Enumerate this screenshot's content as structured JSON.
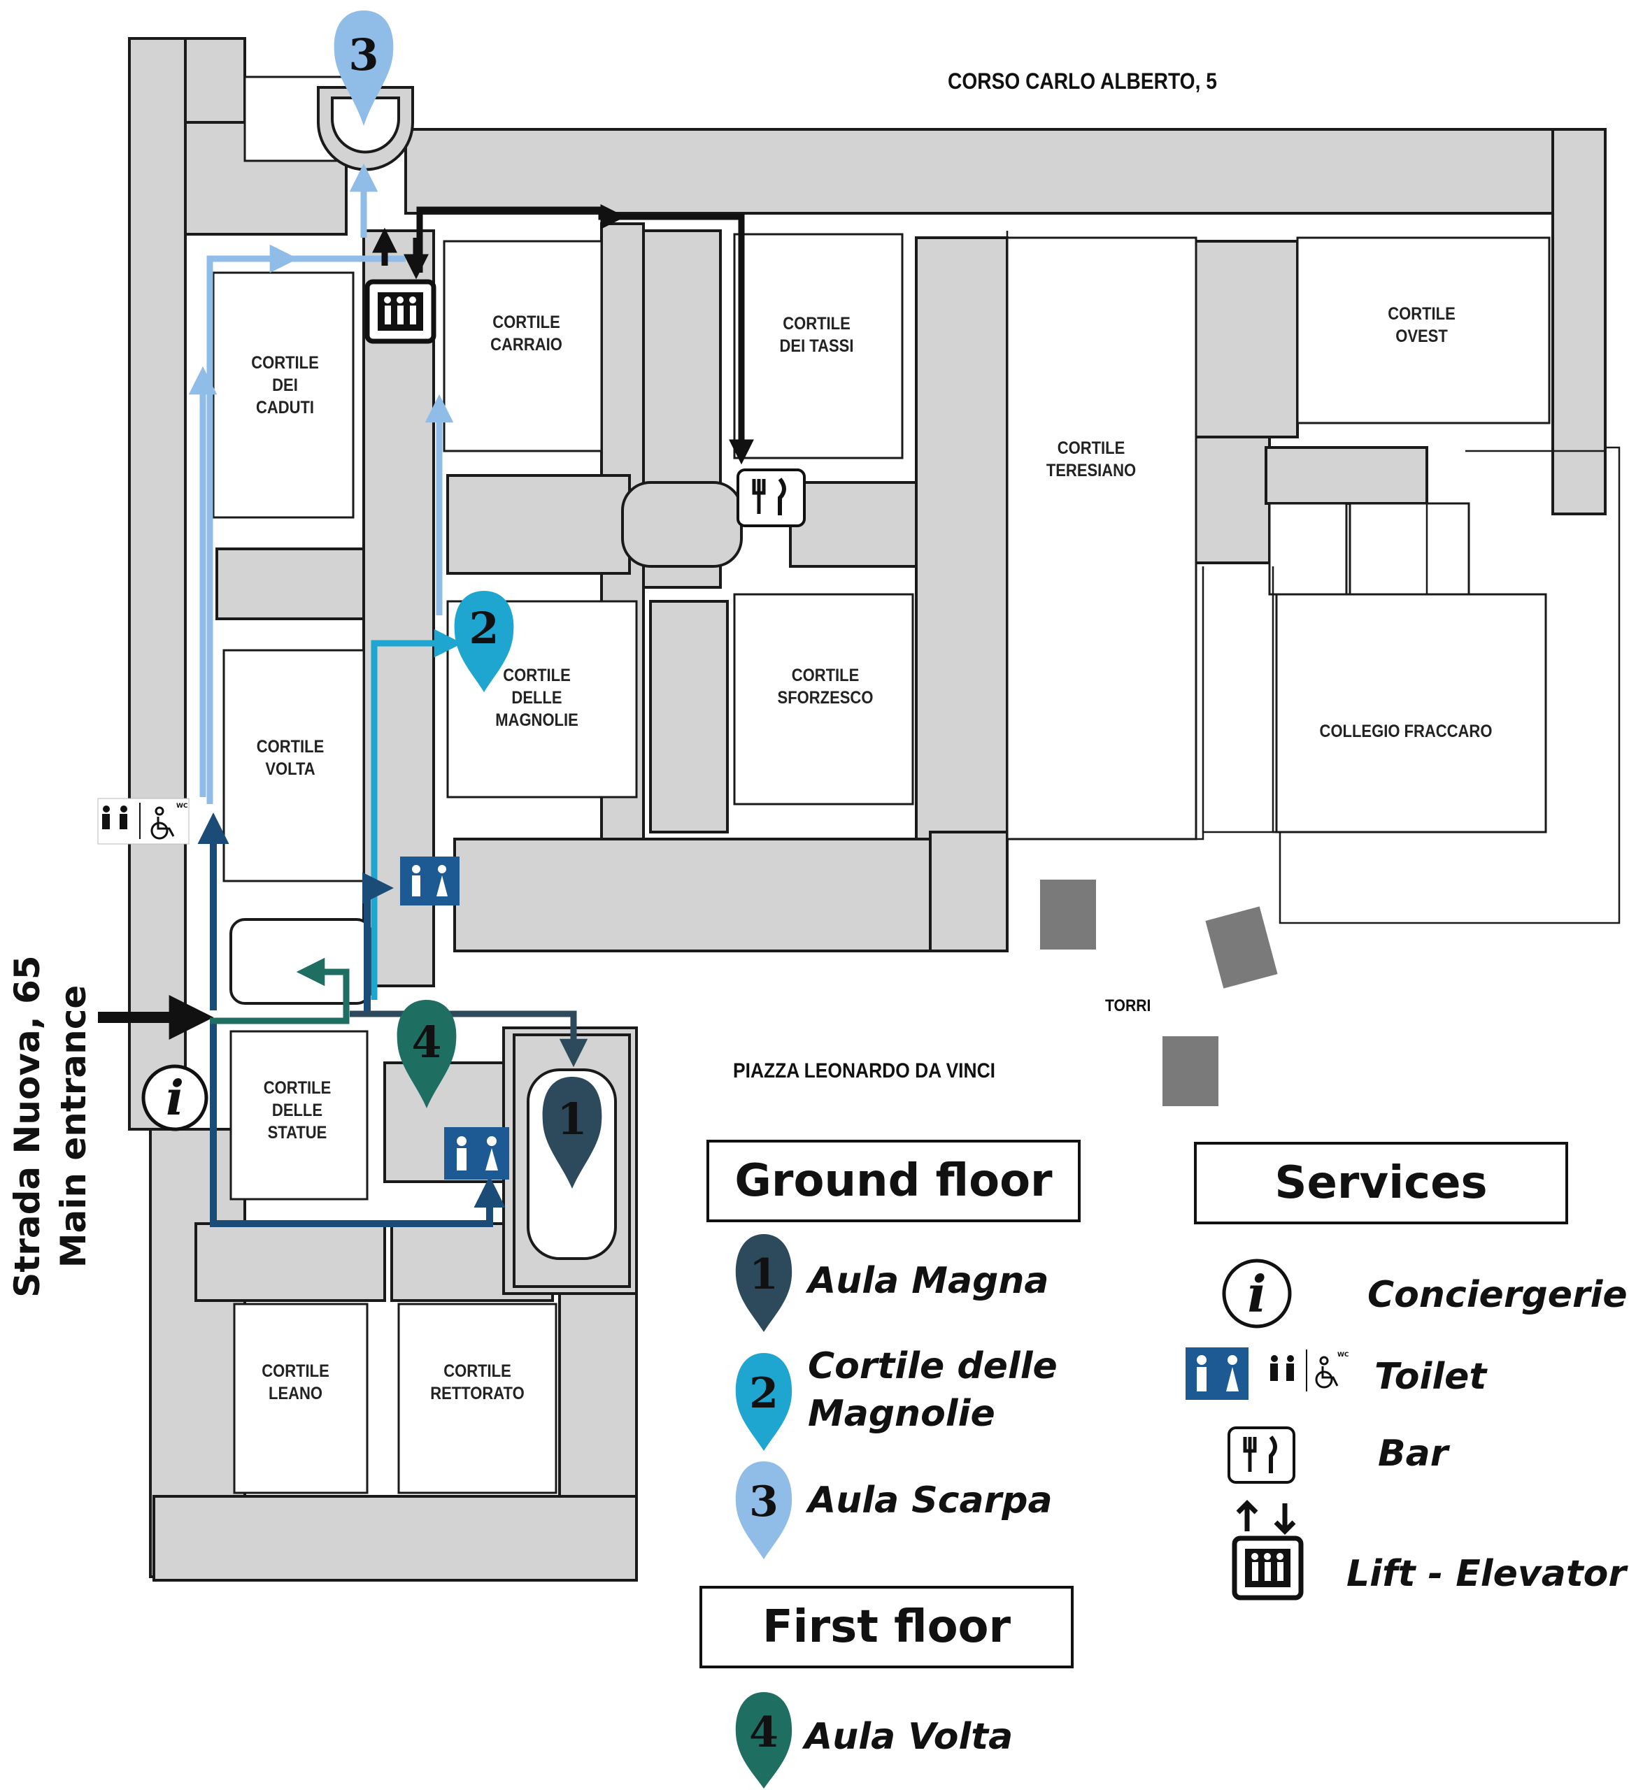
{
  "street_top": "CORSO CARLO ALBERTO, 5",
  "entrance": {
    "line1": "Strada Nuova, 65",
    "line2": "Main entrance"
  },
  "piazza": "PIAZZA LEONARDO DA VINCI",
  "torri": "TORRI",
  "courtyards": {
    "carraio": "CORTILE\nCARRAIO",
    "tassi": "CORTILE\nDEI TASSI",
    "ovest": "CORTILE\nOVEST",
    "caduti": "CORTILE\nDEI\nCADUTI",
    "teresiano": "CORTILE\nTERESIANO",
    "magnolie": "CORTILE\nDELLE\nMAGNOLIE",
    "sforzesco": "CORTILE\nSFORZESCO",
    "volta": "CORTILE\nVOLTA",
    "collegio": "COLLEGIO FRACCARO",
    "statue": "CORTILE\nDELLE\nSTATUE",
    "leano": "CORTILE\nLEANO",
    "rettorato": "CORTILE\nRETTORATO"
  },
  "markers": {
    "m1": "1",
    "m2": "2",
    "m3": "3",
    "m4": "4"
  },
  "legend": {
    "ground_floor_title": "Ground floor",
    "first_floor_title": "First floor",
    "services_title": "Services",
    "ground_items": [
      {
        "num": "1",
        "label": "Aula Magna",
        "color": "#2c4a5c"
      },
      {
        "num": "2",
        "label": "Cortile delle\nMagnolie",
        "color": "#1ea6d1"
      },
      {
        "num": "3",
        "label": "Aula Scarpa",
        "color": "#8fbde8"
      }
    ],
    "first_items": [
      {
        "num": "4",
        "label": "Aula Volta",
        "color": "#1f6e62"
      }
    ],
    "services": {
      "info": "Conciergerie",
      "toilet": "Toilet",
      "bar": "Bar",
      "lift": "Lift - Elevator",
      "wc": "WC",
      "info_glyph": "i"
    }
  },
  "colors": {
    "building": "#d3d3d3",
    "building_stroke": "#1a1a1a",
    "aula_magna": "#2c4a5c",
    "magnolie": "#1ea6d1",
    "aula_scarpa": "#8fbde8",
    "aula_volta": "#1f6e62",
    "route_dark": "#1b4c78",
    "toilet_blue": "#1d5a93",
    "tower": "#7a7a7a"
  }
}
